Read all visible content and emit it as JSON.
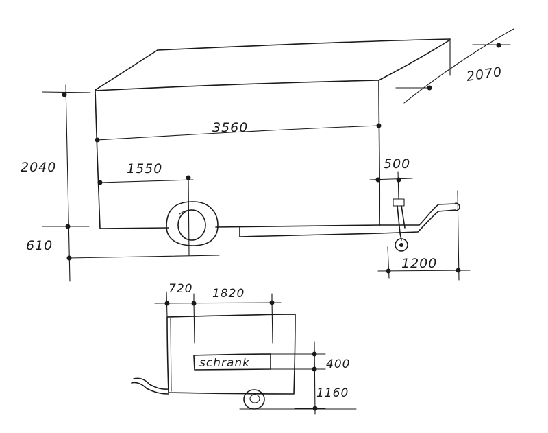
{
  "side_view": {
    "dim_length": "3560",
    "dim_width": "2070",
    "dim_height": "2040",
    "dim_floor": "610",
    "dim_axle": "1550",
    "dim_overhang": "500",
    "dim_drawbar": "1200"
  },
  "rear_view": {
    "dim_left": "720",
    "dim_span": "1820",
    "dim_cabinet_height": "400",
    "dim_cabinet_base": "1160",
    "cabinet_label": "schrank"
  }
}
